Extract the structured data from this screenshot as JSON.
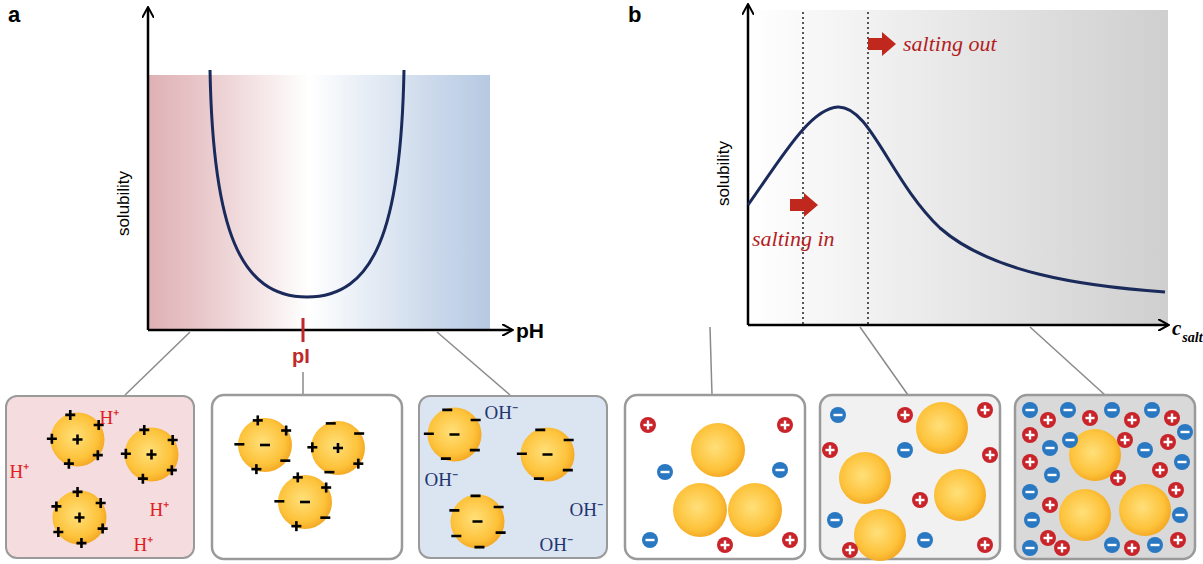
{
  "diagram": {
    "nodes": [
      {
        "text": [
          "H⁺",
          "H⁺",
          "H⁺",
          "H⁺"
        ]
      },
      {
        "text": [
          "OH⁻",
          "OH⁻",
          "OH⁻",
          "OH⁻"
        ]
      }
    ],
    "labels": [
      "a",
      "solubility",
      "pH",
      "pI",
      "b",
      "solubility",
      "salting in",
      "salting out",
      "c",
      "salt"
    ]
  }
}
